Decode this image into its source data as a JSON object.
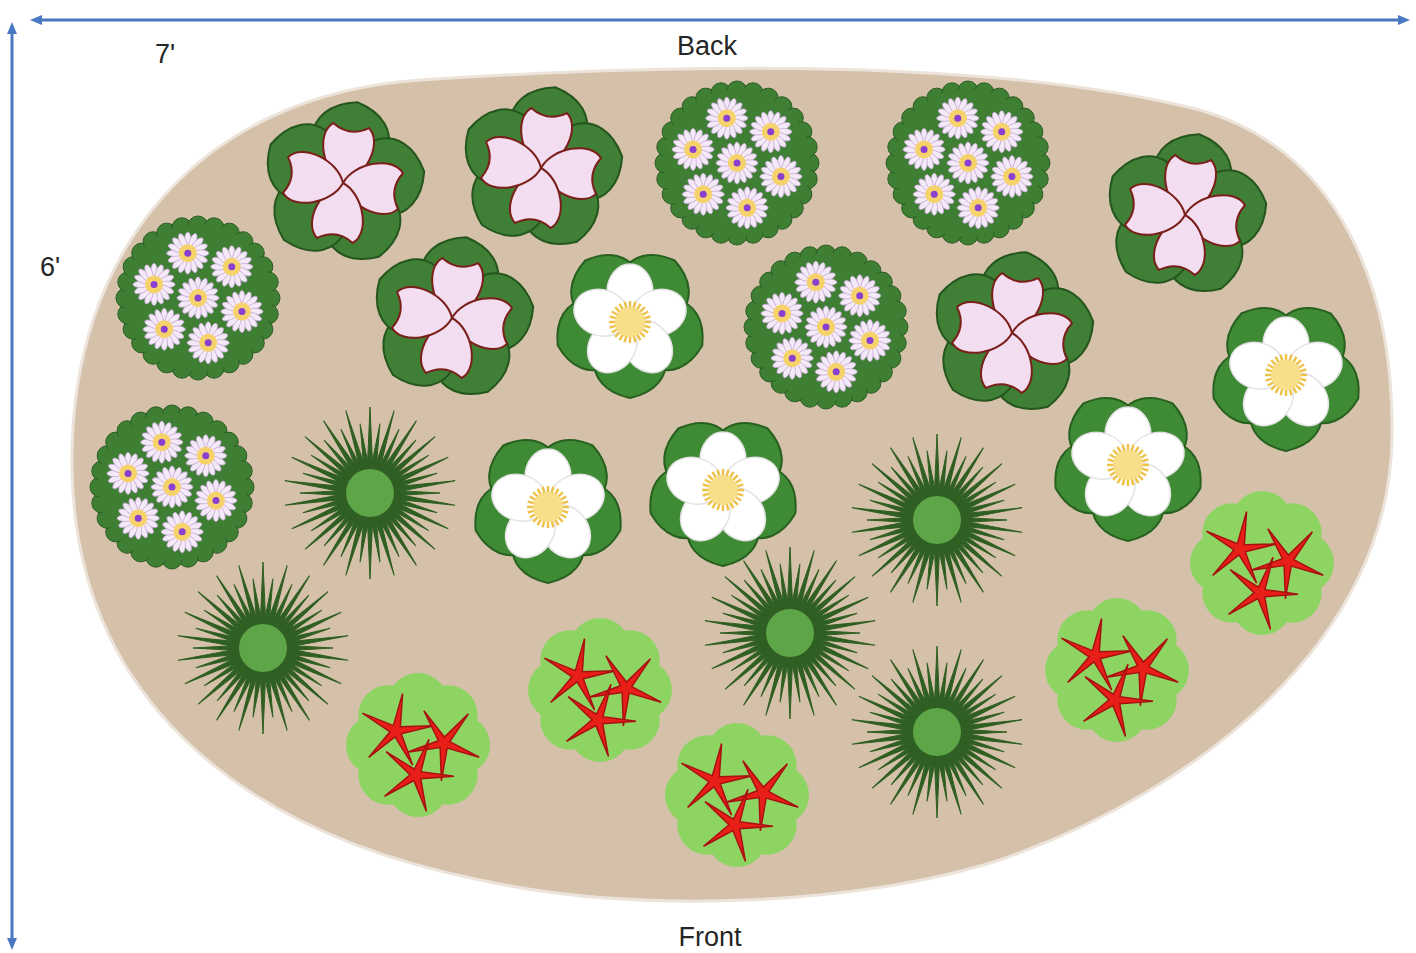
{
  "diagram": {
    "labels": [
      "7'",
      "Back",
      "6'",
      "Front"
    ]
  }
}
